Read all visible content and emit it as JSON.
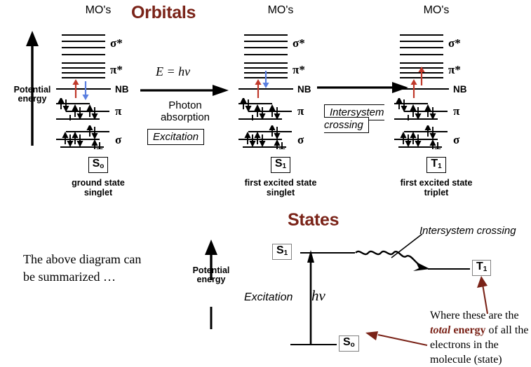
{
  "sections": {
    "orbitals_title": "Orbitals",
    "states_title": "States"
  },
  "colors": {
    "title": "#7a2318",
    "electron_up": "#c0392b",
    "electron_down": "#5a7fe0",
    "accent_note": "#7a2318",
    "line": "#000000"
  },
  "axis": {
    "potential_energy": "Potential\nenergy",
    "potential_energy_line1": "Potential",
    "potential_energy_line2": "energy"
  },
  "mo_diagrams": [
    {
      "header": "MO's",
      "state_symbol": "S",
      "state_subscript": "o",
      "caption_line1": "ground state",
      "caption_line2": "singlet",
      "caption_bold_line": 0,
      "levels": [
        {
          "name": "sigma-star",
          "label": "σ*",
          "lines": 4
        },
        {
          "name": "pi-star",
          "label": "π*",
          "lines": 4
        },
        {
          "name": "nb",
          "label": "NB",
          "lines": 1
        },
        {
          "name": "pi",
          "label": "π",
          "lines": 3
        },
        {
          "name": "sigma",
          "label": "σ",
          "lines": 3
        }
      ],
      "valence_electrons": {
        "nb": [
          "up-red",
          "down-blue"
        ],
        "pi_star": [],
        "note": "NB holds the lone pair"
      }
    },
    {
      "header": "MO's",
      "state_symbol": "S",
      "state_subscript": "1",
      "caption_line1": "first excited state",
      "caption_line2": "singlet",
      "caption_bold_line": 0,
      "levels": [
        {
          "name": "sigma-star",
          "label": "σ*",
          "lines": 4
        },
        {
          "name": "pi-star",
          "label": "π*",
          "lines": 4
        },
        {
          "name": "nb",
          "label": "NB",
          "lines": 1
        },
        {
          "name": "pi",
          "label": "π",
          "lines": 3
        },
        {
          "name": "sigma",
          "label": "σ",
          "lines": 3
        }
      ],
      "valence_electrons": {
        "nb": [
          "up-red"
        ],
        "pi_star": [
          "down-blue"
        ],
        "note": "one electron promoted, spins paired"
      }
    },
    {
      "header": "MO's",
      "state_symbol": "T",
      "state_subscript": "1",
      "caption_line1": "first excited state",
      "caption_line2": "triplet",
      "caption_bold_line": 1,
      "levels": [
        {
          "name": "sigma-star",
          "label": "σ*",
          "lines": 4
        },
        {
          "name": "pi-star",
          "label": "π*",
          "lines": 4
        },
        {
          "name": "nb",
          "label": "NB",
          "lines": 1
        },
        {
          "name": "pi",
          "label": "π",
          "lines": 3
        },
        {
          "name": "sigma",
          "label": "σ",
          "lines": 3
        }
      ],
      "valence_electrons": {
        "nb": [
          "up-red"
        ],
        "pi_star": [
          "up-red"
        ],
        "note": "parallel spins"
      }
    }
  ],
  "transitions": [
    {
      "name": "excitation",
      "equation": "E = hν",
      "caption_line1": "Photon",
      "caption_line2": "absorption",
      "box_label": "Excitation"
    },
    {
      "name": "intersystem-crossing",
      "equation": "",
      "caption_line1": "",
      "caption_line2": "",
      "box_label_line1": "Intersystem",
      "box_label_line2": "crossing"
    }
  ],
  "states_diagram": {
    "summary_text_line1": "The above diagram can",
    "summary_text_line2": "be summarized …",
    "s1_label": "S",
    "s1_sub": "1",
    "t1_label": "T",
    "t1_sub": "1",
    "s0_label": "S",
    "s0_sub": "o",
    "excitation_label": "Excitation",
    "photon_symbol": "hν",
    "isc_label": "Intersystem crossing",
    "note_line1_pre": "Where these are the",
    "note_hi_italic": "total",
    "note_hi_bold": " energy",
    "note_line2_post": " of all the",
    "note_line3": "electrons in the",
    "note_line4": "molecule (state)"
  }
}
